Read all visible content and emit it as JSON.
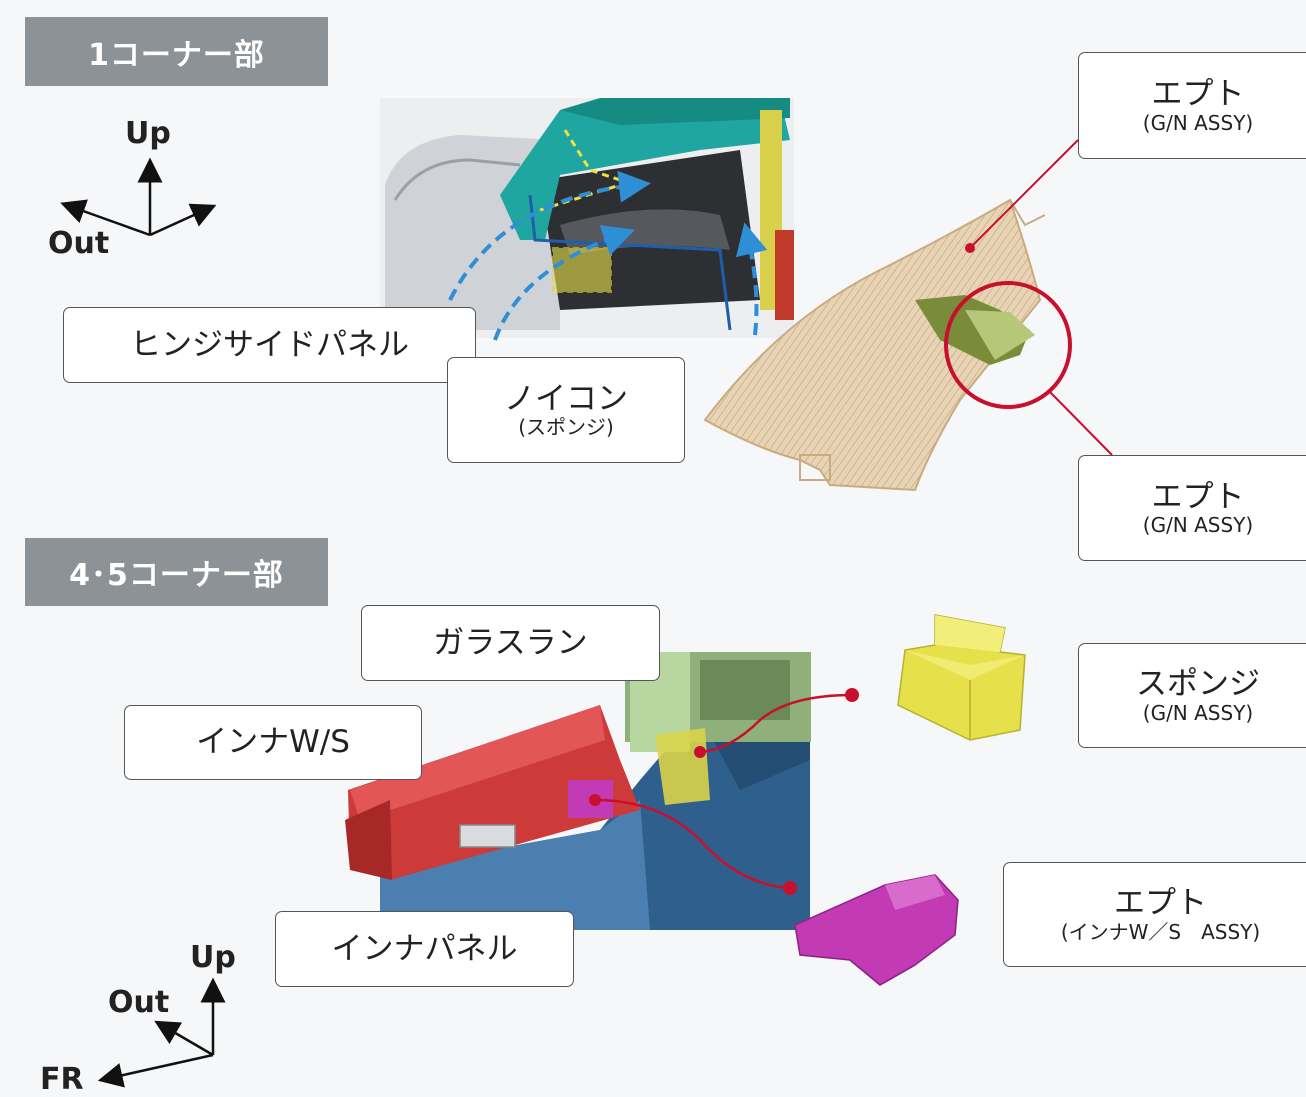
{
  "sections": {
    "corner1": {
      "title": "1コーナー部"
    },
    "corner45": {
      "title": "4･5コーナー部"
    }
  },
  "axes_top": {
    "up": "Up",
    "out": "Out"
  },
  "axes_bottom": {
    "up": "Up",
    "out": "Out",
    "fr": "FR"
  },
  "labels": {
    "hinge_side_panel": "ヒンジサイドパネル",
    "noicon": {
      "main": "ノイコン",
      "sub": "(スポンジ)"
    },
    "ept_top": {
      "main": "エプト",
      "sub": "(G/N ASSY)"
    },
    "ept_mid": {
      "main": "エプト",
      "sub": "(G/N ASSY)"
    },
    "glass_run": "ガラスラン",
    "inner_ws": "インナW/S",
    "inner_panel": "インナパネル",
    "sponge": {
      "main": "スポンジ",
      "sub": "(G/N ASSY)"
    },
    "ept_bottom": {
      "main": "エプト",
      "sub": "(インナW／S　ASSY)"
    }
  },
  "colors": {
    "header_bg": "#8d9296",
    "callout_red": "#c8102e",
    "arrow_blue": "#2e8fd6",
    "sponge_yellow": "#e6e04a",
    "ept_magenta": "#c23ab4",
    "beige_part": "#e8d4b4"
  }
}
